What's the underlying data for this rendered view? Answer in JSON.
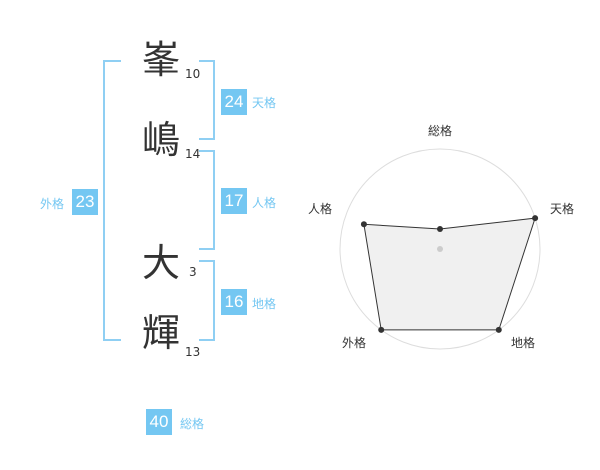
{
  "name_chars": [
    {
      "char": "峯",
      "strokes": "10"
    },
    {
      "char": "嶋",
      "strokes": "14"
    },
    {
      "char": "大",
      "strokes": "3"
    },
    {
      "char": "輝",
      "strokes": "13"
    }
  ],
  "fortunes": {
    "tenkaku": {
      "value": "24",
      "label": "天格"
    },
    "jinkaku": {
      "value": "17",
      "label": "人格"
    },
    "chikaku": {
      "value": "16",
      "label": "地格"
    },
    "gaikaku": {
      "value": "23",
      "label": "外格"
    },
    "soukaku": {
      "value": "40",
      "label": "総格"
    }
  },
  "radar": {
    "axes": [
      "総格",
      "天格",
      "地格",
      "外格",
      "人格"
    ],
    "values": [
      1,
      5,
      5,
      5,
      4
    ],
    "max": 5,
    "colors": {
      "fill": "#f0f0f0",
      "stroke": "#333333",
      "grid": "#dddddd",
      "center": "#cccccc"
    }
  }
}
